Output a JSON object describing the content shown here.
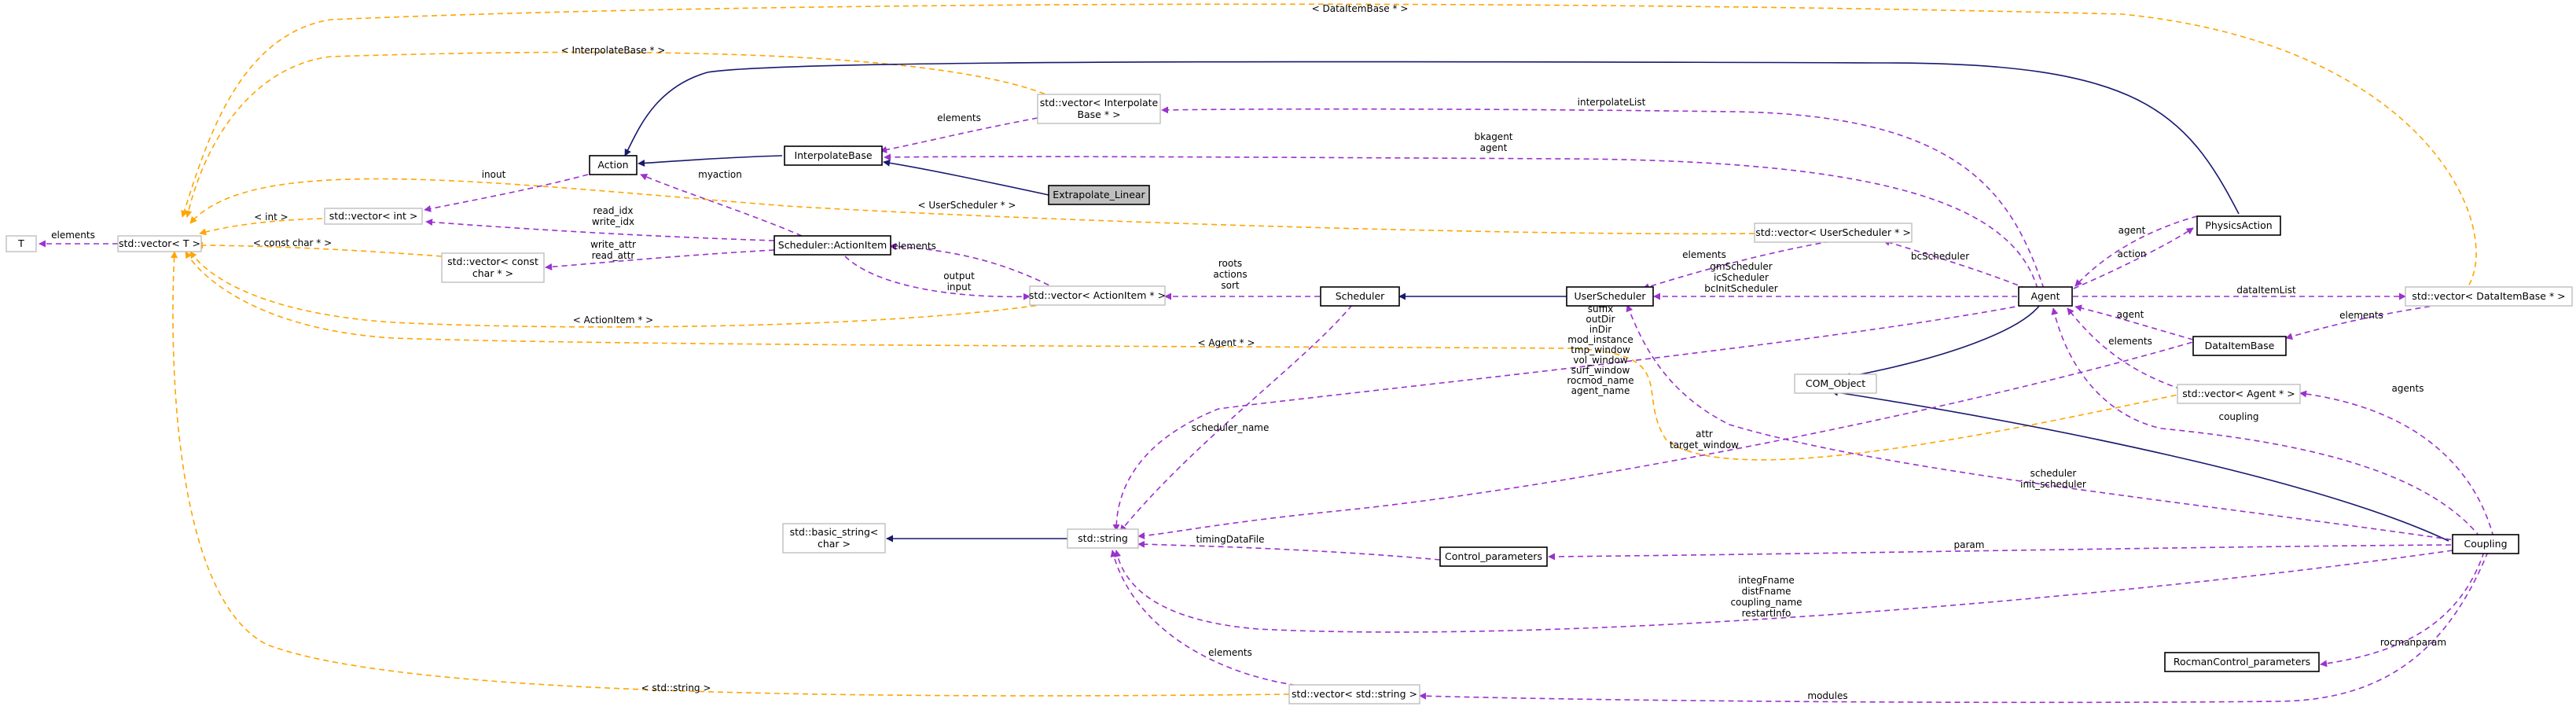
{
  "nodes": {
    "T": "T",
    "vector_T": "std::vector< T >",
    "vector_int": "std::vector< int >",
    "vector_const_char_1": "std::vector< const",
    "vector_const_char_2": "char * >",
    "action": "Action",
    "interpolate_base": "InterpolateBase",
    "extrapolate_linear": "Extrapolate_Linear",
    "vector_interp_1": "std::vector< Interpolate",
    "vector_interp_2": "Base * >",
    "scheduler_action_item": "Scheduler::ActionItem",
    "vector_action_item": "std::vector< ActionItem * >",
    "scheduler": "Scheduler",
    "user_scheduler": "UserScheduler",
    "vector_user_scheduler": "std::vector< UserScheduler * >",
    "agent": "Agent",
    "physics_action": "PhysicsAction",
    "vector_data_item_base": "std::vector< DataItemBase * >",
    "data_item_base": "DataItemBase",
    "com_object": "COM_Object",
    "vector_agent": "std::vector< Agent * >",
    "basic_string_1": "std::basic_string<",
    "basic_string_2": "char >",
    "std_string": "std::string",
    "control_parameters": "Control_parameters",
    "coupling": "Coupling",
    "rocman_control_parameters": "RocmanControl_parameters",
    "vector_string": "std::vector< std::string >"
  },
  "edge_labels": {
    "data_item_base_tmpl": "< DataItemBase * >",
    "interpolate_base_tmpl": "< InterpolateBase * >",
    "interpolate_list": "interpolateList",
    "elements_interp": "elements",
    "bkagent": "bkagent",
    "agent_a": "agent",
    "inout": "inout",
    "myaction": "myaction",
    "user_scheduler_tmpl": "< UserScheduler * >",
    "int_tmpl": "< int >",
    "read_idx": "read_idx",
    "write_idx": "write_idx",
    "write_attr": "write_attr",
    "read_attr": "read_attr",
    "const_char_tmpl": "< const char * >",
    "elements_T": "elements",
    "elements_action_item": "elements",
    "output": "output",
    "input": "input",
    "roots": "roots",
    "actions": "actions",
    "sort": "sort",
    "action_item_tmpl": "< ActionItem * >",
    "agent_tmpl": "< Agent * >",
    "elements_user_sched": "elements",
    "bc_scheduler": "bcScheduler",
    "gm_scheduler": "gmScheduler",
    "ic_scheduler": "icScheduler",
    "bcinit_scheduler": "bcInitScheduler",
    "agent_b": "agent",
    "action_lbl": "action",
    "data_item_list": "dataItemList",
    "elements_data_item": "elements",
    "agent_c": "agent",
    "elements_agent": "elements",
    "agents": "agents",
    "coupling_lbl": "coupling",
    "suffix": "suffix",
    "out_dir": "outDir",
    "in_dir": "inDir",
    "mod_instance": "mod_instance",
    "tmp_window": "tmp_window",
    "vol_window": "vol_window",
    "surf_window": "surf_window",
    "rocmod_name": "rocmod_name",
    "agent_name": "agent_name",
    "scheduler_name": "scheduler_name",
    "attr": "attr",
    "target_window": "target_window",
    "scheduler_lbl": "scheduler",
    "init_scheduler": "init_scheduler",
    "timing_data_file": "timingDataFile",
    "param": "param",
    "integ_fname": "integFname",
    "dist_fname": "distFname",
    "coupling_name": "coupling_name",
    "restart_info": "restartInfo",
    "rocman_param": "rocmanparam",
    "elements_string": "elements",
    "string_tmpl": "< std::string >",
    "modules": "modules"
  },
  "colors": {
    "inheritance": "#191970",
    "usage": "#9a32cd",
    "template": "#ffa500",
    "focus_fill": "#bfbfbf",
    "grey_border": "#bfbfbf"
  }
}
